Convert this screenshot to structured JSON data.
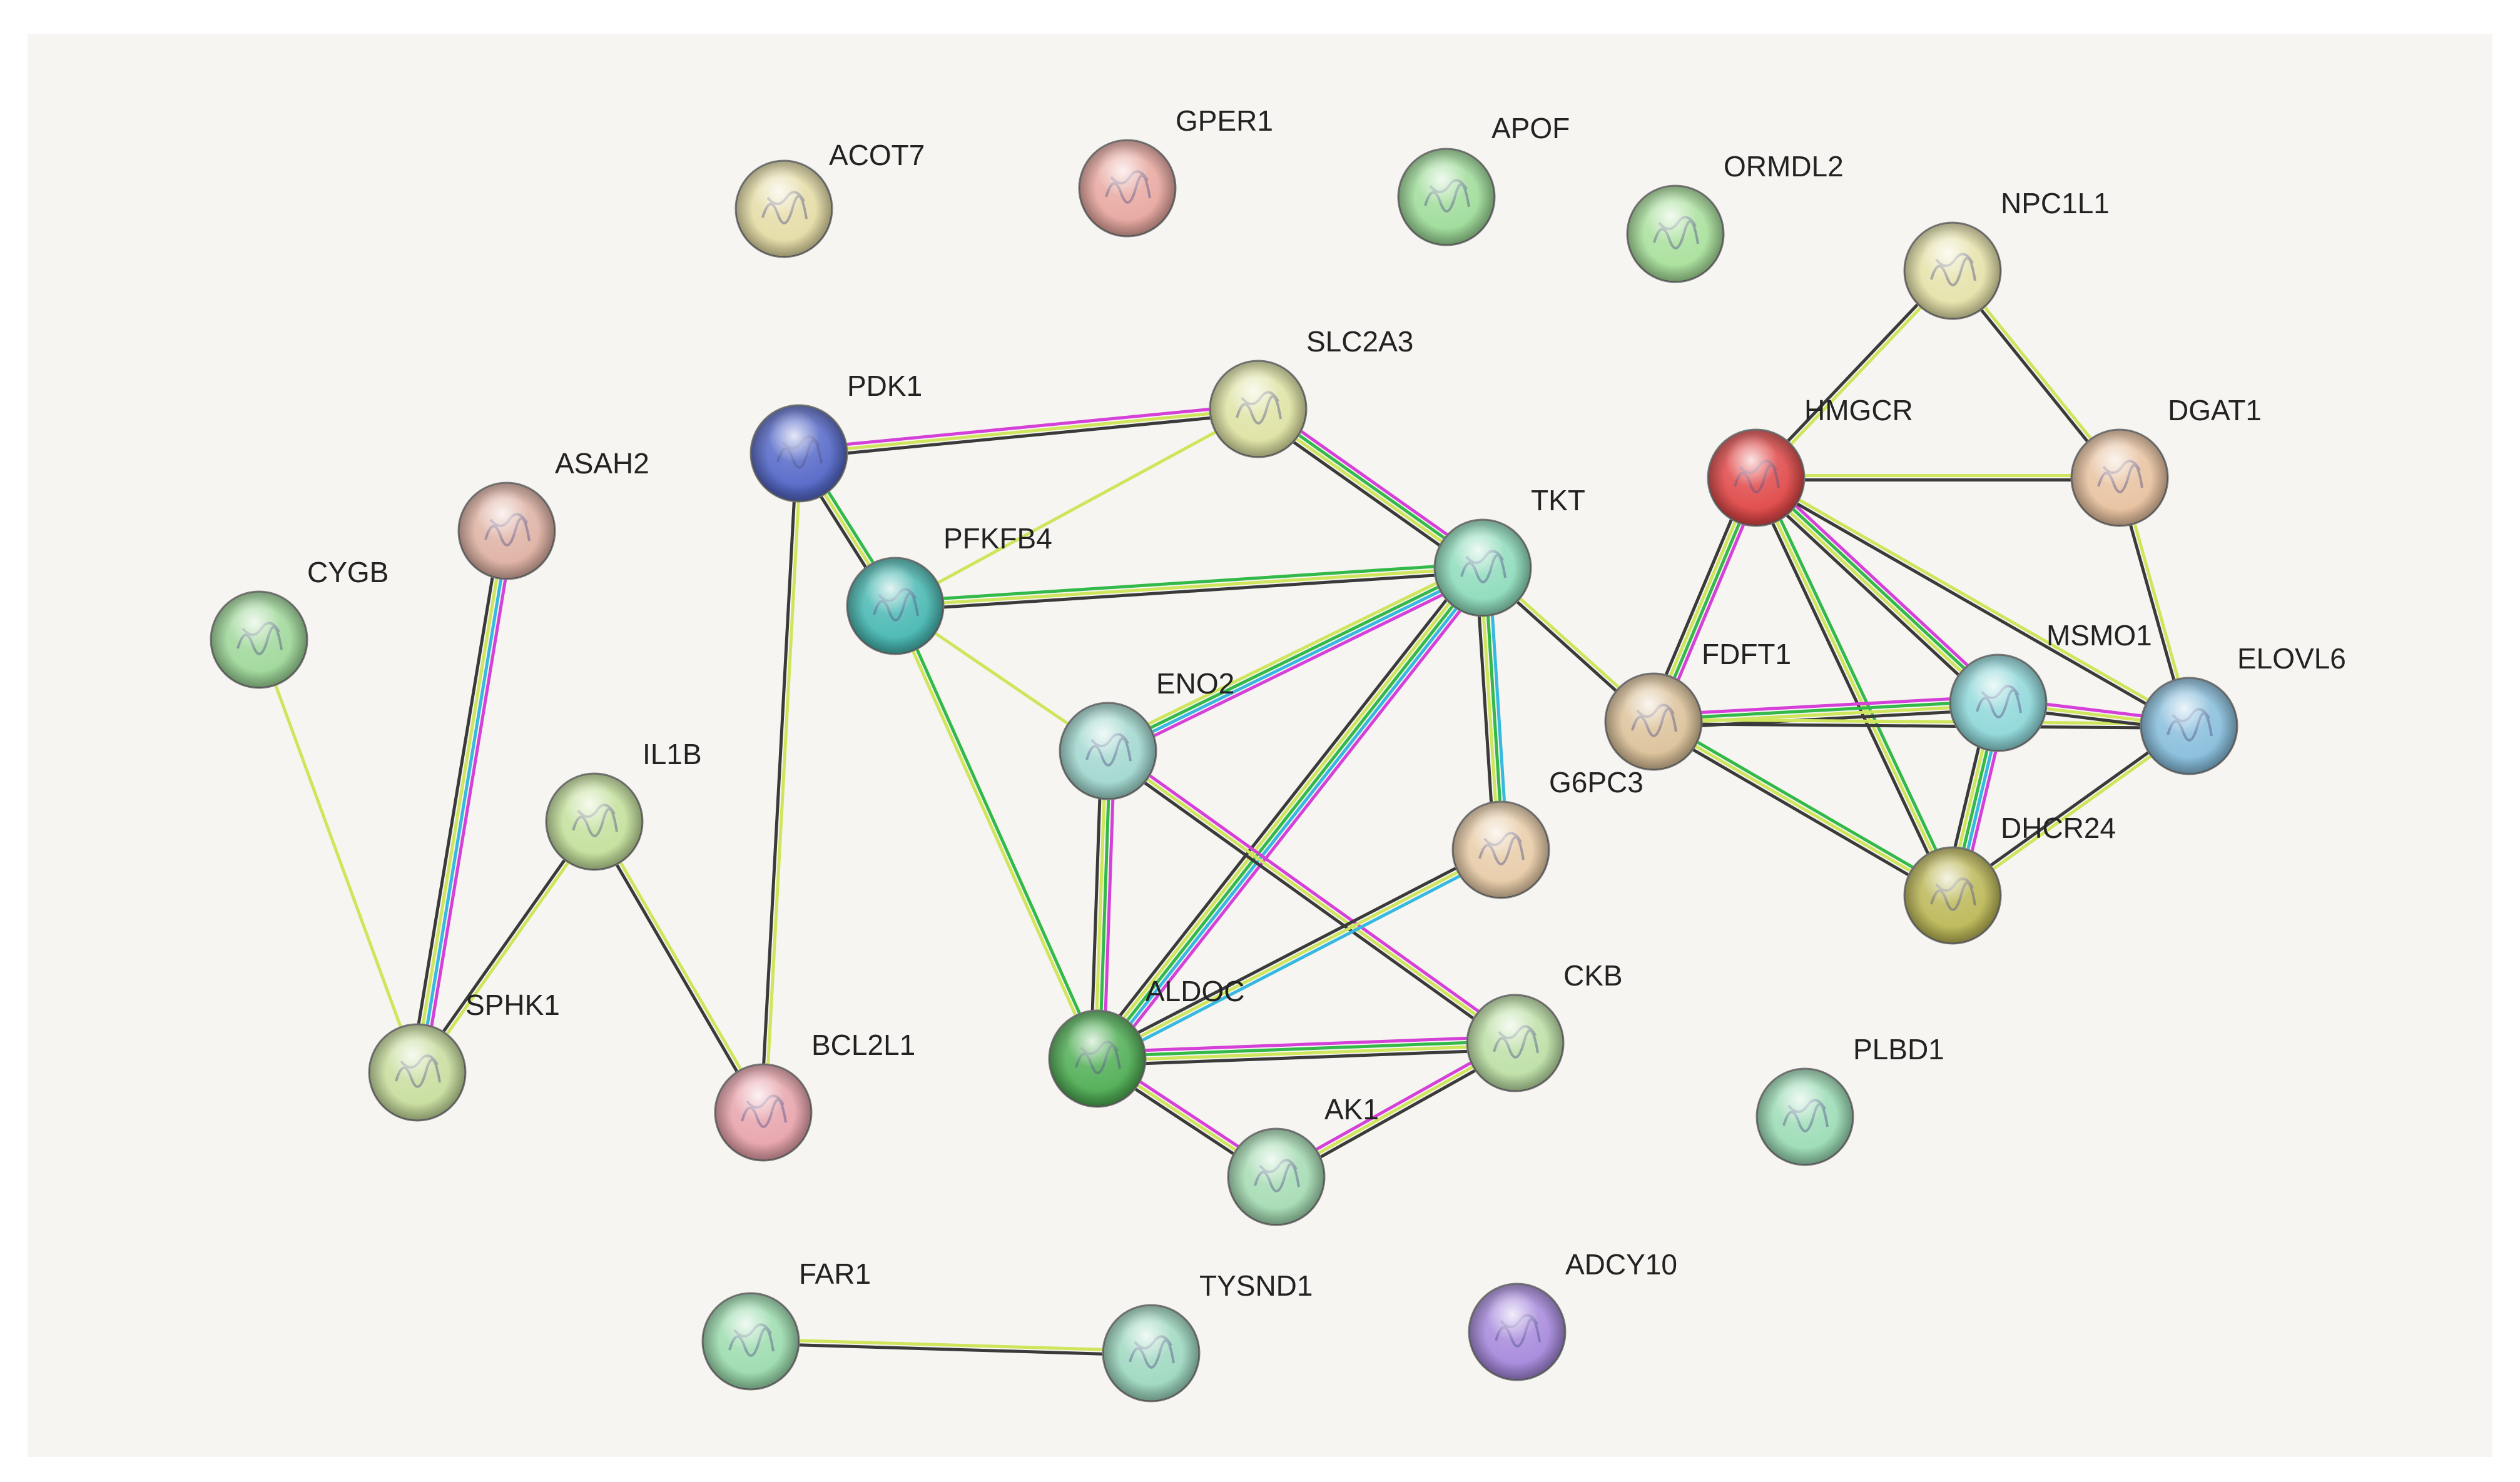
{
  "nodes": [
    {
      "id": "ACOT7",
      "label": "ACOT7",
      "color": "#e5dca6"
    },
    {
      "id": "GPER1",
      "label": "GPER1",
      "color": "#e8a8a0"
    },
    {
      "id": "APOF",
      "label": "APOF",
      "color": "#9fdc9a"
    },
    {
      "id": "ORMDL2",
      "label": "ORMDL2",
      "color": "#a9e09c"
    },
    {
      "id": "NPC1L1",
      "label": "NPC1L1",
      "color": "#e6e2aa"
    },
    {
      "id": "PDK1",
      "label": "PDK1",
      "color": "#5568c8"
    },
    {
      "id": "SLC2A3",
      "label": "SLC2A3",
      "color": "#dfe3a4"
    },
    {
      "id": "HMGCR",
      "label": "HMGCR",
      "color": "#e04848"
    },
    {
      "id": "DGAT1",
      "label": "DGAT1",
      "color": "#e8c2a0"
    },
    {
      "id": "ASAH2",
      "label": "ASAH2",
      "color": "#dfb2a4"
    },
    {
      "id": "TKT",
      "label": "TKT",
      "color": "#8fdcbc"
    },
    {
      "id": "PFKFB4",
      "label": "PFKFB4",
      "color": "#49b8b2"
    },
    {
      "id": "CYGB",
      "label": "CYGB",
      "color": "#9fd89a"
    },
    {
      "id": "FDFT1",
      "label": "FDFT1",
      "color": "#dcc29a"
    },
    {
      "id": "MSMO1",
      "label": "MSMO1",
      "color": "#90d8da"
    },
    {
      "id": "ELOVL6",
      "label": "ELOVL6",
      "color": "#88bedc"
    },
    {
      "id": "ENO2",
      "label": "ENO2",
      "color": "#a2d8d0"
    },
    {
      "id": "IL1B",
      "label": "IL1B",
      "color": "#c4e09c"
    },
    {
      "id": "G6PC3",
      "label": "G6PC3",
      "color": "#e8cca8"
    },
    {
      "id": "DHCR24",
      "label": "DHCR24",
      "color": "#bcb858"
    },
    {
      "id": "ALDOC",
      "label": "ALDOC",
      "color": "#50ae55"
    },
    {
      "id": "CKB",
      "label": "CKB",
      "color": "#bde0a6"
    },
    {
      "id": "SPHK1",
      "label": "SPHK1",
      "color": "#c8de9e"
    },
    {
      "id": "BCL2L1",
      "label": "BCL2L1",
      "color": "#e8a4ac"
    },
    {
      "id": "PLBD1",
      "label": "PLBD1",
      "color": "#9cdcb6"
    },
    {
      "id": "AK1",
      "label": "AK1",
      "color": "#a6dcb4"
    },
    {
      "id": "FAR1",
      "label": "FAR1",
      "color": "#9cdcae"
    },
    {
      "id": "TYSND1",
      "label": "TYSND1",
      "color": "#9ed8c0"
    },
    {
      "id": "ADCY10",
      "label": "ADCY10",
      "color": "#a689dc"
    }
  ],
  "edges": [
    {
      "source": "NPC1L1",
      "target": "HMGCR",
      "evidence": [
        "yellow",
        "dark"
      ]
    },
    {
      "source": "NPC1L1",
      "target": "DGAT1",
      "evidence": [
        "yellow",
        "dark"
      ]
    },
    {
      "source": "HMGCR",
      "target": "DGAT1",
      "evidence": [
        "yellow",
        "dark"
      ]
    },
    {
      "source": "DGAT1",
      "target": "ELOVL6",
      "evidence": [
        "yellow",
        "dark"
      ]
    },
    {
      "source": "HMGCR",
      "target": "FDFT1",
      "evidence": [
        "magenta",
        "green",
        "yellow",
        "dark"
      ]
    },
    {
      "source": "HMGCR",
      "target": "MSMO1",
      "evidence": [
        "magenta",
        "green",
        "yellow",
        "dark"
      ]
    },
    {
      "source": "HMGCR",
      "target": "ELOVL6",
      "evidence": [
        "yellow",
        "dark"
      ]
    },
    {
      "source": "HMGCR",
      "target": "DHCR24",
      "evidence": [
        "green",
        "yellow",
        "dark"
      ]
    },
    {
      "source": "FDFT1",
      "target": "MSMO1",
      "evidence": [
        "magenta",
        "green",
        "yellow",
        "dark"
      ]
    },
    {
      "source": "FDFT1",
      "target": "ELOVL6",
      "evidence": [
        "yellow",
        "dark"
      ]
    },
    {
      "source": "FDFT1",
      "target": "DHCR24",
      "evidence": [
        "green",
        "yellow",
        "dark"
      ]
    },
    {
      "source": "MSMO1",
      "target": "ELOVL6",
      "evidence": [
        "magenta",
        "yellow",
        "dark"
      ]
    },
    {
      "source": "MSMO1",
      "target": "DHCR24",
      "evidence": [
        "magenta",
        "cyan",
        "green",
        "yellow",
        "dark"
      ]
    },
    {
      "source": "ELOVL6",
      "target": "DHCR24",
      "evidence": [
        "yellow",
        "dark"
      ]
    },
    {
      "source": "TKT",
      "target": "FDFT1",
      "evidence": [
        "yellow",
        "dark"
      ]
    },
    {
      "source": "PDK1",
      "target": "SLC2A3",
      "evidence": [
        "magenta",
        "yellow",
        "dark"
      ]
    },
    {
      "source": "PDK1",
      "target": "PFKFB4",
      "evidence": [
        "green",
        "yellow",
        "dark"
      ]
    },
    {
      "source": "PDK1",
      "target": "BCL2L1",
      "evidence": [
        "yellow",
        "dark"
      ]
    },
    {
      "source": "SLC2A3",
      "target": "PFKFB4",
      "evidence": [
        "yellow"
      ]
    },
    {
      "source": "SLC2A3",
      "target": "TKT",
      "evidence": [
        "magenta",
        "green",
        "yellow",
        "dark"
      ]
    },
    {
      "source": "PFKFB4",
      "target": "TKT",
      "evidence": [
        "green",
        "yellow",
        "dark"
      ]
    },
    {
      "source": "PFKFB4",
      "target": "ENO2",
      "evidence": [
        "yellow"
      ]
    },
    {
      "source": "PFKFB4",
      "target": "ALDOC",
      "evidence": [
        "green",
        "yellow"
      ]
    },
    {
      "source": "TKT",
      "target": "ENO2",
      "evidence": [
        "magenta",
        "cyan",
        "green",
        "yellow"
      ]
    },
    {
      "source": "TKT",
      "target": "ALDOC",
      "evidence": [
        "magenta",
        "cyan",
        "green",
        "yellow",
        "dark"
      ]
    },
    {
      "source": "TKT",
      "target": "G6PC3",
      "evidence": [
        "cyan",
        "green",
        "yellow",
        "dark"
      ]
    },
    {
      "source": "ENO2",
      "target": "ALDOC",
      "evidence": [
        "magenta",
        "green",
        "yellow",
        "dark"
      ]
    },
    {
      "source": "ENO2",
      "target": "CKB",
      "evidence": [
        "magenta",
        "yellow",
        "dark"
      ]
    },
    {
      "source": "G6PC3",
      "target": "ALDOC",
      "evidence": [
        "cyan",
        "yellow",
        "dark"
      ]
    },
    {
      "source": "ALDOC",
      "target": "CKB",
      "evidence": [
        "magenta",
        "green",
        "yellow",
        "dark"
      ]
    },
    {
      "source": "ALDOC",
      "target": "AK1",
      "evidence": [
        "magenta",
        "yellow",
        "dark"
      ]
    },
    {
      "source": "AK1",
      "target": "CKB",
      "evidence": [
        "magenta",
        "yellow",
        "dark"
      ]
    },
    {
      "source": "ASAH2",
      "target": "SPHK1",
      "evidence": [
        "magenta",
        "cyan",
        "yellow",
        "dark"
      ]
    },
    {
      "source": "CYGB",
      "target": "SPHK1",
      "evidence": [
        "yellow"
      ]
    },
    {
      "source": "IL1B",
      "target": "SPHK1",
      "evidence": [
        "yellow",
        "dark"
      ]
    },
    {
      "source": "IL1B",
      "target": "BCL2L1",
      "evidence": [
        "yellow",
        "dark"
      ]
    },
    {
      "source": "FAR1",
      "target": "TYSND1",
      "evidence": [
        "yellow",
        "dark"
      ]
    }
  ],
  "evidence_colors": {
    "yellow": "#cfe55c",
    "dark": "#3a3a3a",
    "magenta": "#d540d8",
    "green": "#33b94a",
    "cyan": "#37b8e0"
  }
}
